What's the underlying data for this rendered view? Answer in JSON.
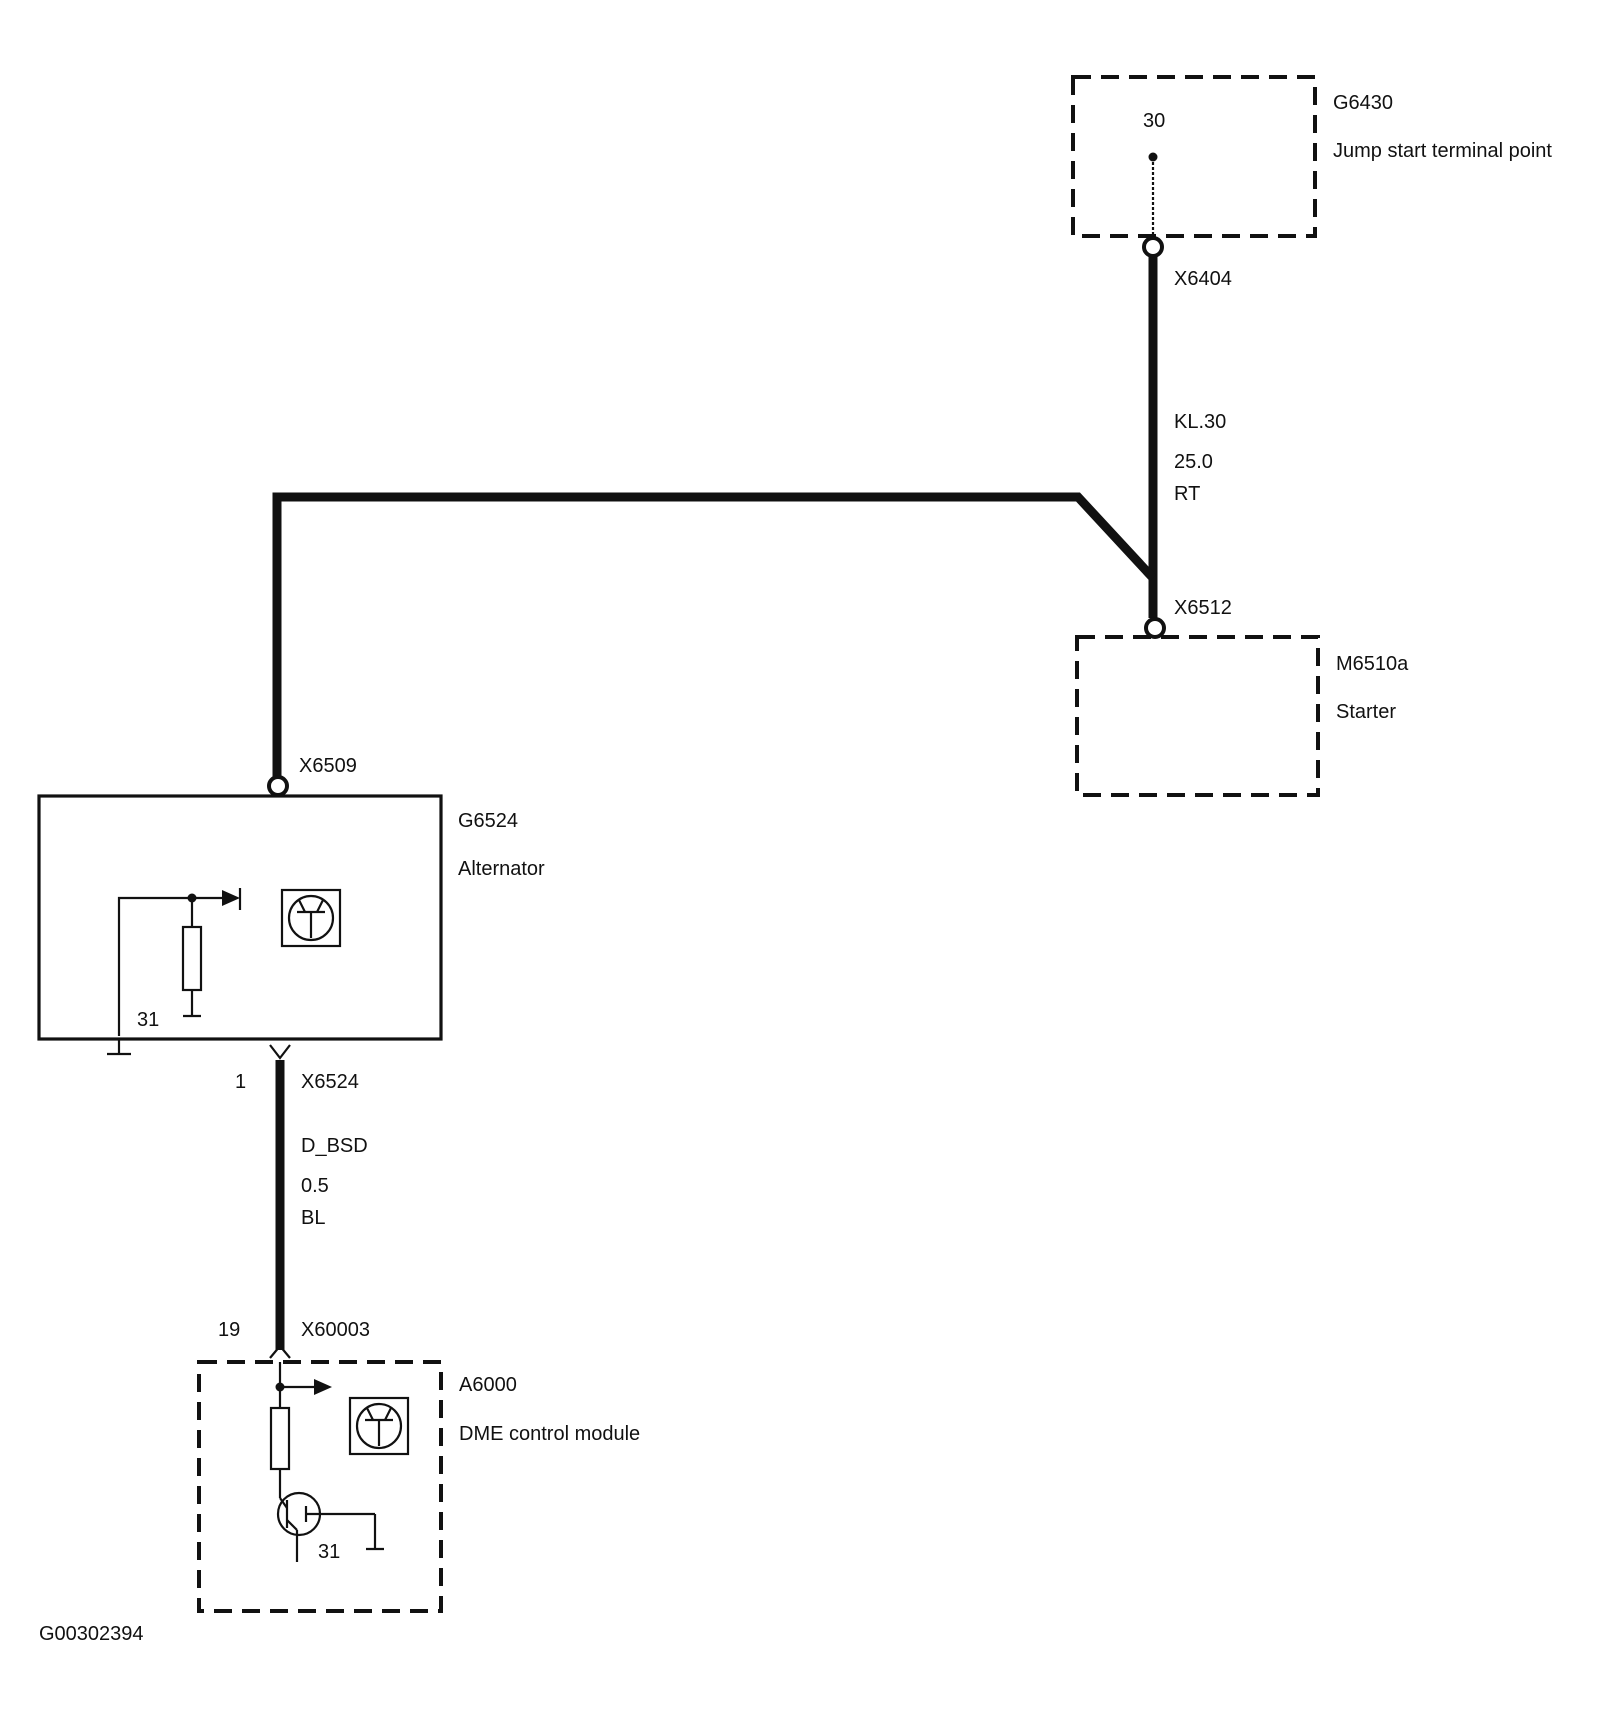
{
  "components": {
    "jump_start": {
      "code": "G6430",
      "name": "Jump start terminal point",
      "terminal": "30"
    },
    "starter": {
      "code": "M6510a",
      "name": "Starter"
    },
    "alternator": {
      "code": "G6524",
      "name": "Alternator",
      "ground_label": "31"
    },
    "dme": {
      "code": "A6000",
      "name": "DME control module",
      "ground_label": "31"
    }
  },
  "connectors": {
    "x6404": "X6404",
    "x6512": "X6512",
    "x6509": "X6509",
    "x6524": {
      "id": "X6524",
      "pin": "1"
    },
    "x60003": {
      "id": "X60003",
      "pin": "19"
    }
  },
  "wires": {
    "kl30": {
      "signal": "KL.30",
      "gauge": "25.0",
      "color": "RT"
    },
    "d_bsd": {
      "signal": "D_BSD",
      "gauge": "0.5",
      "color": "BL"
    }
  },
  "figure_id": "G00302394"
}
